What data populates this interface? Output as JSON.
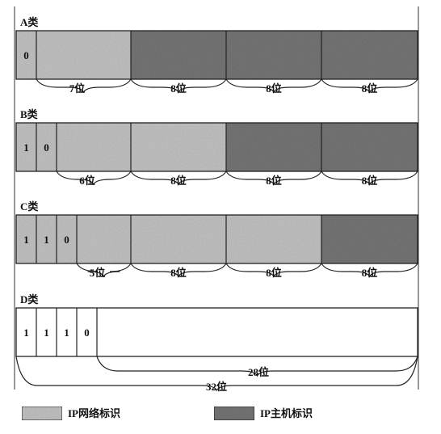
{
  "colors": {
    "network": "#c9c9c9",
    "host": "#7d7d7d",
    "plain": "#ffffff",
    "line": "#222222"
  },
  "classes": [
    {
      "title": "A类",
      "bits": [
        "0"
      ],
      "segments": [
        {
          "type": "network"
        },
        {
          "type": "host"
        },
        {
          "type": "host"
        },
        {
          "type": "host"
        }
      ],
      "braces": [
        "7位",
        "8位",
        "8位",
        "8位"
      ]
    },
    {
      "title": "B类",
      "bits": [
        "1",
        "0"
      ],
      "segments": [
        {
          "type": "network"
        },
        {
          "type": "network"
        },
        {
          "type": "host"
        },
        {
          "type": "host"
        }
      ],
      "braces": [
        "6位",
        "8位",
        "8位",
        "8位"
      ]
    },
    {
      "title": "C类",
      "bits": [
        "1",
        "1",
        "0"
      ],
      "segments": [
        {
          "type": "network"
        },
        {
          "type": "network"
        },
        {
          "type": "network"
        },
        {
          "type": "host"
        }
      ],
      "braces": [
        "5位",
        "8位",
        "8位",
        "8位"
      ]
    },
    {
      "title": "D类",
      "bits": [
        "1",
        "1",
        "1",
        "0"
      ],
      "segments": [
        {
          "type": "plain"
        }
      ],
      "braces": [
        "28位"
      ]
    }
  ],
  "total_label": "32位",
  "legend": {
    "network_label": "IP网络标识",
    "host_label": "IP主机标识"
  }
}
